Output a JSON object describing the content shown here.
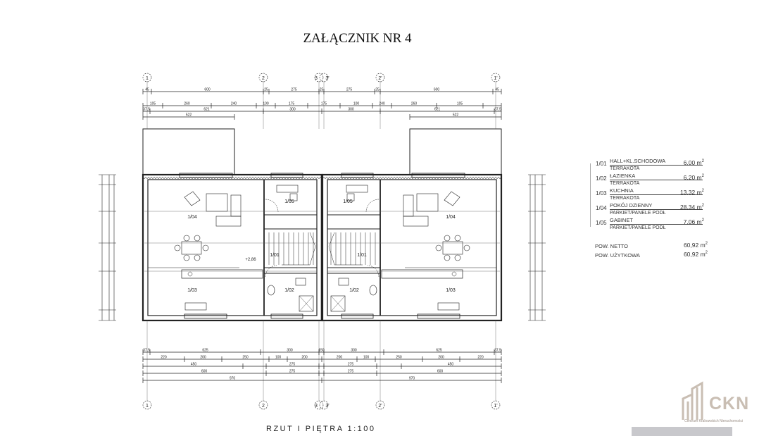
{
  "title": "ZAŁĄCZNIK NR 4",
  "caption": "RZUT I PIĘTRA 1:100",
  "grid_axes": [
    "1",
    "2",
    "3",
    "3'",
    "2'",
    "1'"
  ],
  "rooms": {
    "left": [
      "1/04",
      "1/03",
      "1/05",
      "1/01",
      "1/02"
    ],
    "right": [
      "1/05",
      "1/04",
      "1/01",
      "1/02",
      "1/03"
    ]
  },
  "level_mark": "+2,86",
  "dimensions": {
    "top_row1": [
      "45",
      "600",
      "25",
      "275",
      "25",
      "275",
      "25",
      "600",
      "45"
    ],
    "top_row3": [
      "105",
      "260",
      "240",
      "100",
      "175",
      "175",
      "100",
      "240",
      "260",
      "105"
    ],
    "top_row4": [
      "37,5",
      "621",
      "300",
      "300",
      "621",
      "37,5"
    ],
    "terrace": [
      "522",
      "522"
    ],
    "bottom_row1": [
      "37,5",
      "625",
      "300",
      "150",
      "300",
      "625",
      "37,5"
    ],
    "bottom_row2": [
      "220",
      "200",
      "250",
      "100",
      "200",
      "200",
      "100",
      "250",
      "200",
      "220"
    ],
    "bottom_row3": [
      "450",
      "275",
      "275",
      "450"
    ],
    "bottom_row4": [
      "600",
      "275",
      "275",
      "600"
    ],
    "bottom_total": [
      "970",
      "970"
    ]
  },
  "legend": {
    "rows": [
      {
        "num": "1/01",
        "name": "HALL+KL.SCHODOWA",
        "floor": "TERRAKOTA",
        "area": "6,00 m",
        "unit_sup": "2"
      },
      {
        "num": "1/02",
        "name": "ŁAZIENKA",
        "floor": "TERRAKOTA",
        "area": "6,20 m",
        "unit_sup": "2"
      },
      {
        "num": "1/03",
        "name": "KUCHNIA",
        "floor": "TERRAKOTA",
        "area": "13,32 m",
        "unit_sup": "2"
      },
      {
        "num": "1/04",
        "name": "POKÓJ DZIENNY",
        "floor": "PARKIET/PANELE PODŁ",
        "area": "28,34 m",
        "unit_sup": "2"
      },
      {
        "num": "1/05",
        "name": "GABINET",
        "floor": "PARKIET/PANELE PODŁ",
        "area": "7,06 m",
        "unit_sup": "2"
      }
    ],
    "totals": [
      {
        "label": "POW. NETTO",
        "value": "60,92 m",
        "unit_sup": "2"
      },
      {
        "label": "POW. UŻYTKOWA",
        "value": "60,92 m",
        "unit_sup": "2"
      }
    ]
  },
  "logo": {
    "name": "CKN",
    "subtitle": "Centrum Krakowskich Nieruchomości"
  }
}
